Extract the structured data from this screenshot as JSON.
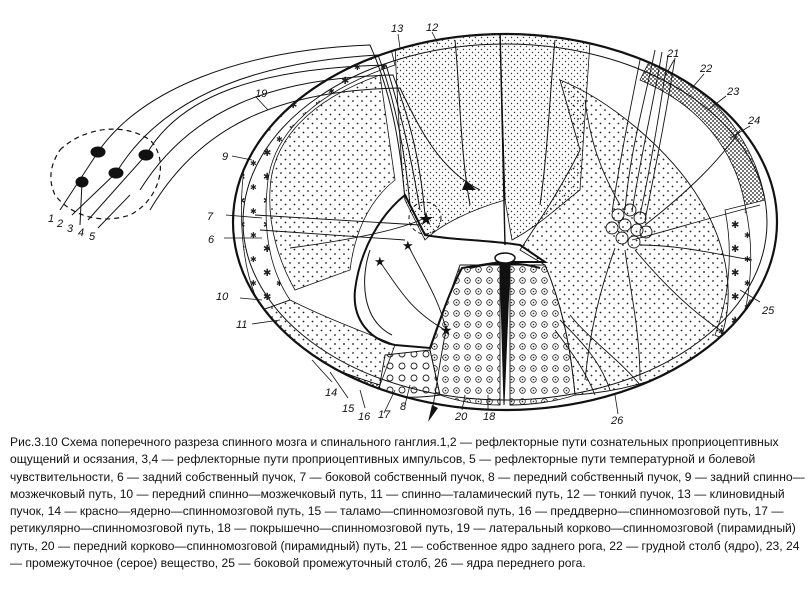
{
  "figure": {
    "labels": [
      "1",
      "2",
      "3",
      "4",
      "5",
      "6",
      "7",
      "8",
      "9",
      "10",
      "11",
      "12",
      "13",
      "14",
      "15",
      "16",
      "17",
      "18",
      "19",
      "20",
      "21",
      "22",
      "23",
      "24",
      "25",
      "26"
    ]
  },
  "caption": {
    "text": "Рис.3.10   Схема поперечного разреза спинного мозга и спинального ганглия.1,2 — рефлекторные пути сознательных проприоцептивных ощущений и осязания, 3,4 — рефлекторные пути проприоцептивных импульсов, 5 — рефлекторные пути температурной и болевой чувствительности, 6 — задний собственный пучок, 7 — боковой собственный пучок, 8 — передний собственный пучок, 9 — задний спинно—мозжечковый путь, 10 — передний спинно—мозжечковый путь, 11 — спинно—таламический путь, 12 — тонкий пучок, 13 — клиновидный пучок, 14 — красно—ядерно—спинномозговой путь, 15 — таламо—спинномозговой путь, 16 — преддверно—спинномозговой путь, 17 — ретикулярно—спинномозговой путь, 18 — покрышечно—спинномозговой путь, 19 — латеральный корково—спинномозговой (пирамидный) путь, 20 — передний корково—спинномозговой (пирамидный) путь, 21 — собственное ядро заднего рога, 22 — грудной столб (ядро), 23, 24 — промежуточное (серое) вещество, 25 — боковой промежуточный столб, 26 — ядра переднего рога."
  },
  "colors": {
    "ink": "#111111",
    "paper": "#ffffff"
  }
}
